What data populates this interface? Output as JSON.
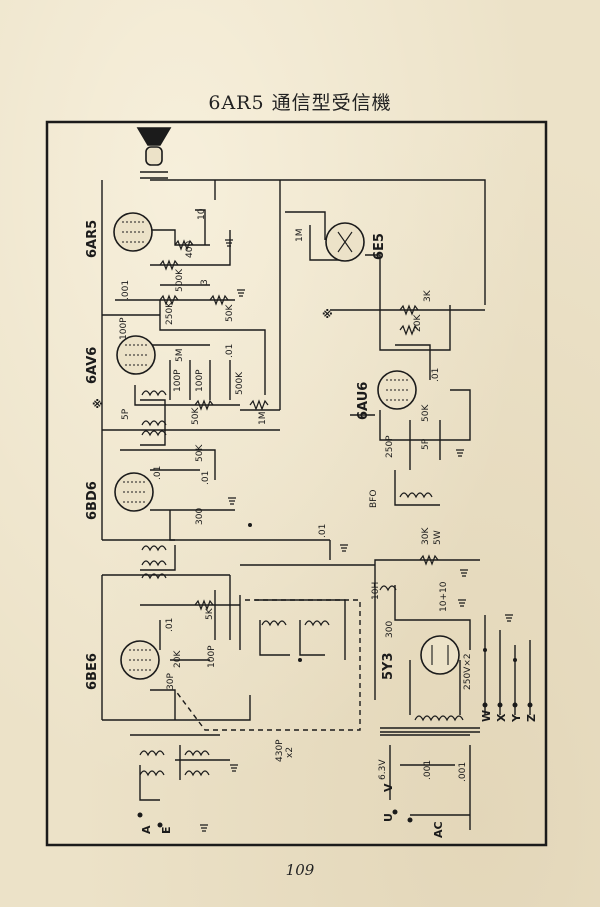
{
  "title": "6AR5 通信型受信機",
  "page_number": "109",
  "tubes": {
    "t6ar5": "6AR5",
    "t6av6": "6AV6",
    "t6bd6": "6BD6",
    "t6be6": "6BE6",
    "t6e5": "6E5",
    "t6au6": "6AU6",
    "t5y3": "5Y3"
  },
  "components": {
    "c10": "10",
    "r400": "400",
    "r500k_a": "500K",
    "c3": "3",
    "c001_a": ".001",
    "r250k": "250K",
    "r50k_a": "50K",
    "c100p_a": "100P",
    "r5m": "5M",
    "c01_a": ".01",
    "c100p_b": "100P",
    "c100p_c": "100P",
    "r500k_b": "500K",
    "c5p_a": "5P",
    "r50k_b": "50K",
    "r1m_a": "1M",
    "r50k_c": "50K",
    "c01_b": ".01",
    "c01_c": ".01",
    "r300_a": "300",
    "c01_d": ".01",
    "r5k": "5K",
    "c01_e": ".01",
    "r20k_a": "20K",
    "c100p_d": "100P",
    "c30p": "30P",
    "c430p": "430P",
    "x2_a": "x2",
    "r1m_b": "1M",
    "r3k": "3K",
    "r20k_b": "20K",
    "c01_f": ".01",
    "c250p": "250P",
    "c5p_b": "5P",
    "r50k_d": "50K",
    "bfo": "BFO",
    "r30k": "30K",
    "w5": "5W",
    "coil10h": "10H",
    "c10p10": "10+10",
    "r300_b": "300",
    "v250x2": "250V×2",
    "v63": "6.3V",
    "c001_b": ".001",
    "c001_c": ".001",
    "ac": "AC",
    "star1": "※",
    "star2": "※"
  },
  "terminals": {
    "a": "A",
    "e": "E",
    "u": "U",
    "v": "V",
    "w": "W",
    "x": "X",
    "y": "Y",
    "z": "Z"
  }
}
